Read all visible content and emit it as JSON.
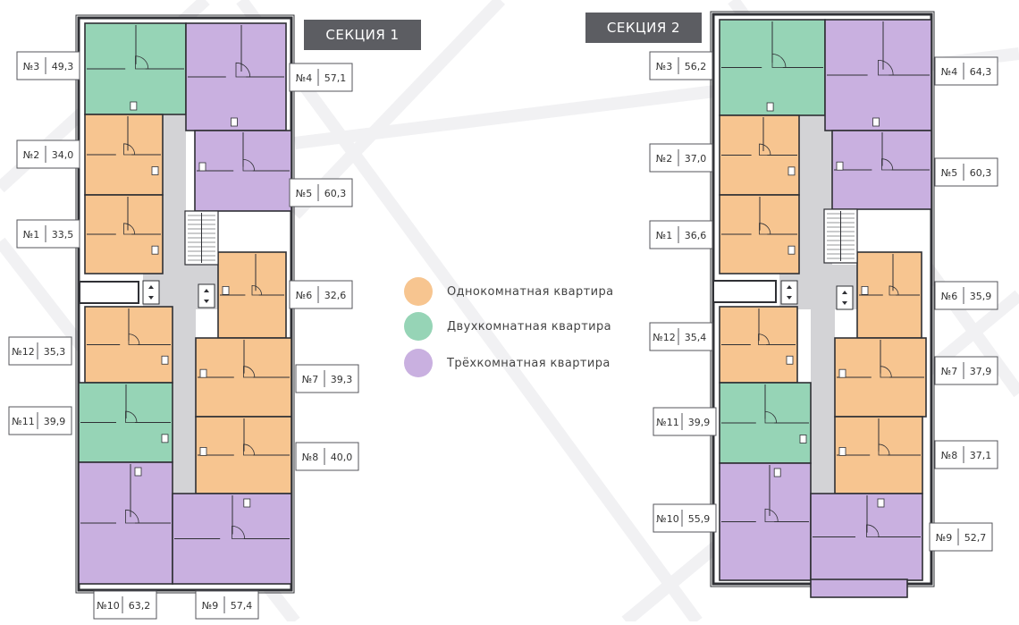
{
  "sections": [
    {
      "title": "СЕКЦИЯ 1",
      "apartments": [
        {
          "num": "№3",
          "area": "49,3",
          "type": "two"
        },
        {
          "num": "№4",
          "area": "57,1",
          "type": "three"
        },
        {
          "num": "№2",
          "area": "34,0",
          "type": "one"
        },
        {
          "num": "№5",
          "area": "60,3",
          "type": "three"
        },
        {
          "num": "№1",
          "area": "33,5",
          "type": "one"
        },
        {
          "num": "№6",
          "area": "32,6",
          "type": "one"
        },
        {
          "num": "№12",
          "area": "35,3",
          "type": "one"
        },
        {
          "num": "№7",
          "area": "39,3",
          "type": "one"
        },
        {
          "num": "№11",
          "area": "39,9",
          "type": "two"
        },
        {
          "num": "№8",
          "area": "40,0",
          "type": "one"
        },
        {
          "num": "№10",
          "area": "63,2",
          "type": "three"
        },
        {
          "num": "№9",
          "area": "57,4",
          "type": "three"
        }
      ]
    },
    {
      "title": "СЕКЦИЯ 2",
      "apartments": [
        {
          "num": "№3",
          "area": "56,2",
          "type": "two"
        },
        {
          "num": "№4",
          "area": "64,3",
          "type": "three"
        },
        {
          "num": "№2",
          "area": "37,0",
          "type": "one"
        },
        {
          "num": "№5",
          "area": "60,3",
          "type": "three"
        },
        {
          "num": "№1",
          "area": "36,6",
          "type": "one"
        },
        {
          "num": "№6",
          "area": "35,9",
          "type": "one"
        },
        {
          "num": "№12",
          "area": "35,4",
          "type": "one"
        },
        {
          "num": "№7",
          "area": "37,9",
          "type": "one"
        },
        {
          "num": "№11",
          "area": "39,9",
          "type": "two"
        },
        {
          "num": "№8",
          "area": "37,1",
          "type": "one"
        },
        {
          "num": "№10",
          "area": "55,9",
          "type": "three"
        },
        {
          "num": "№9",
          "area": "52,7",
          "type": "three"
        }
      ]
    }
  ],
  "legend": [
    {
      "key": "one",
      "label": "Однокомнатная квартира",
      "color": "#f7c590"
    },
    {
      "key": "two",
      "label": "Двухкомнатная квартира",
      "color": "#96d4b6"
    },
    {
      "key": "three",
      "label": "Трёхкомнатная квартира",
      "color": "#c9b0e0"
    }
  ],
  "colors": {
    "wall": "#2f3035",
    "corridor": "#d3d3d6",
    "label_border": "#55565b",
    "section_title_bg": "#5c5d62"
  }
}
